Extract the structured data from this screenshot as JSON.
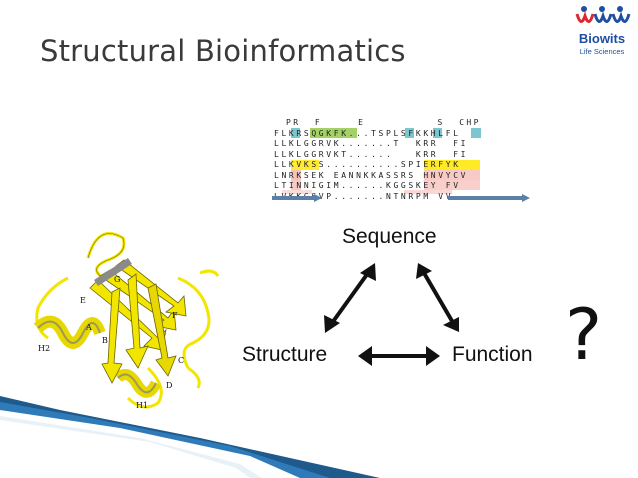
{
  "slide": {
    "title": "Structural Bioinformatics",
    "logo": {
      "name": "Biowits",
      "subtitle": "Life Sciences",
      "color": "#1f4fa3"
    },
    "alignment": {
      "header": "PR  F     E          S  CHP ",
      "rows": [
        "FLKRSQGKFK...TSPLSFKKHLFL",
        "LLKLGGRVK.......T  KRR  FI",
        "LLKLGGRVKT......   KRR  FI",
        "LLKVKSS..........SPIERFYK",
        "LNRKSEK EANNKKASSRS HNVYCV",
        "LTINNIGIM......KGGSKEY FV",
        "LVKKGSVP.......NTNRPM VV"
      ]
    },
    "protein_labels": [
      "G",
      "E",
      "F",
      "A",
      "B",
      "C",
      "D",
      "H2",
      "H1"
    ],
    "diagram": {
      "top": "Sequence",
      "left": "Structure",
      "right": "Function"
    },
    "question_mark": "?",
    "colors": {
      "title": "#3a3a3a",
      "helix_yellow": "#f2e600",
      "footer_blue": "#1e5a8c",
      "align_green": "#8cc63f",
      "align_teal": "#4fb3bf",
      "align_pink": "#f4a7a0",
      "align_yellow": "#ffe600"
    }
  }
}
